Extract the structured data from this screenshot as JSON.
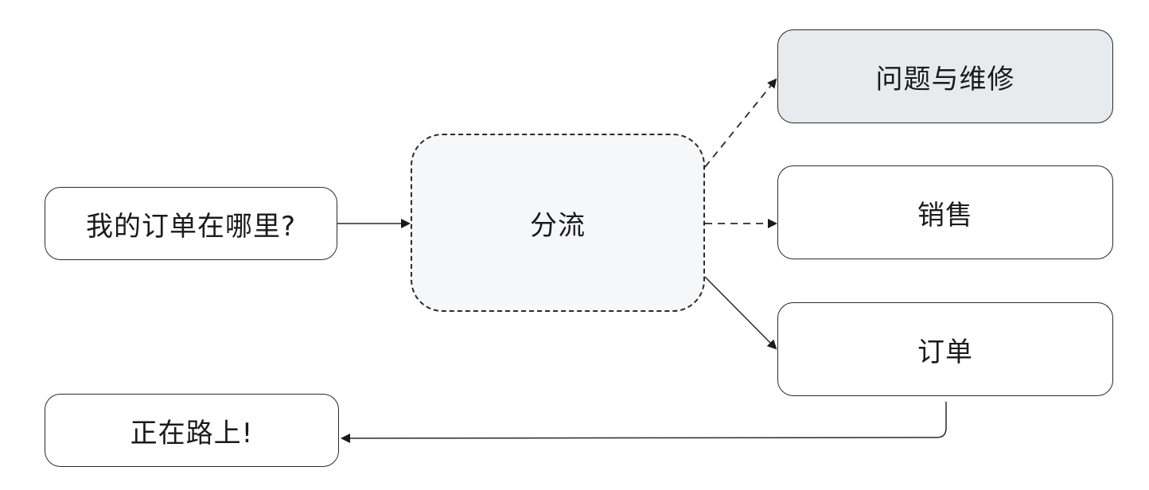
{
  "nodes": {
    "question": "我的订单在哪里?",
    "triage": "分流",
    "repair": "问题与维修",
    "sales": "销售",
    "orders": "订单",
    "reply": "正在路上!"
  }
}
